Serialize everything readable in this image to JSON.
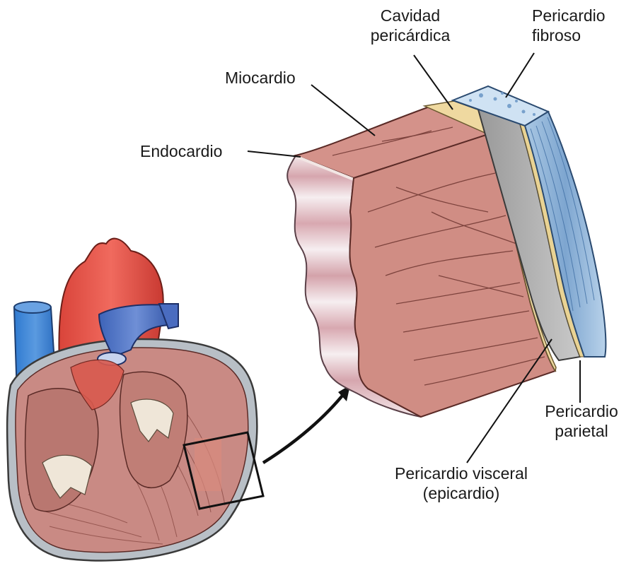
{
  "labels": {
    "cavidad_pericardica": [
      "Cavidad",
      "pericárdica"
    ],
    "pericardio_fibroso": [
      "Pericardio",
      "fibroso"
    ],
    "miocardio": "Miocardio",
    "endocardio": "Endocardio",
    "pericardio_parietal": [
      "Pericardio",
      "parietal"
    ],
    "pericardio_visceral": [
      "Pericardio visceral",
      "(epicardio)"
    ]
  }
}
